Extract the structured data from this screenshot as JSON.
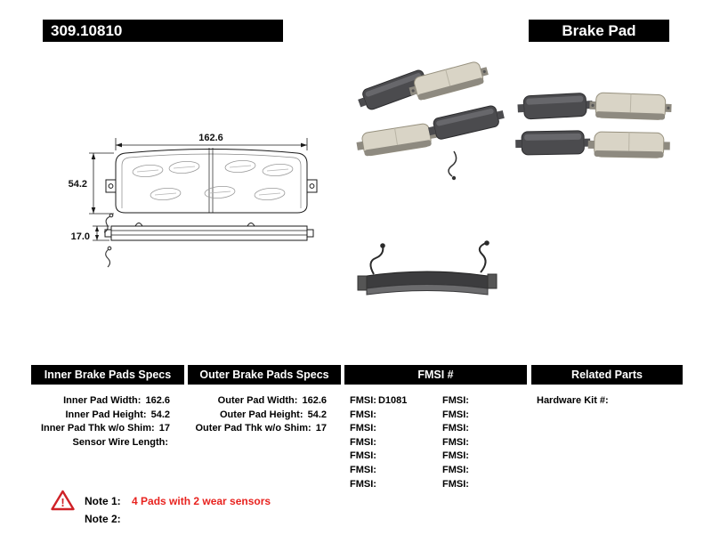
{
  "header": {
    "part_number": "309.10810",
    "title": "Brake Pad"
  },
  "drawing": {
    "width_dim": "162.6",
    "height_dim": "54.2",
    "thickness_dim": "17.0"
  },
  "table": {
    "inner": {
      "header": "Inner Brake Pads Specs",
      "rows": [
        {
          "label": "Inner Pad Width:",
          "value": "162.6"
        },
        {
          "label": "Inner Pad Height:",
          "value": "54.2"
        },
        {
          "label": "Inner Pad Thk w/o Shim:",
          "value": "17"
        },
        {
          "label": "Sensor Wire Length:",
          "value": ""
        }
      ]
    },
    "outer": {
      "header": "Outer Brake Pads Specs",
      "rows": [
        {
          "label": "Outer Pad Width:",
          "value": "162.6"
        },
        {
          "label": "Outer Pad Height:",
          "value": "54.2"
        },
        {
          "label": "Outer Pad Thk w/o Shim:",
          "value": "17"
        }
      ]
    },
    "fmsi": {
      "header": "FMSI #",
      "left": [
        {
          "label": "FMSI:",
          "value": "D1081"
        },
        {
          "label": "FMSI:",
          "value": ""
        },
        {
          "label": "FMSI:",
          "value": ""
        },
        {
          "label": "FMSI:",
          "value": ""
        },
        {
          "label": "FMSI:",
          "value": ""
        },
        {
          "label": "FMSI:",
          "value": ""
        },
        {
          "label": "FMSI:",
          "value": ""
        }
      ],
      "right": [
        {
          "label": "FMSI:",
          "value": ""
        },
        {
          "label": "FMSI:",
          "value": ""
        },
        {
          "label": "FMSI:",
          "value": ""
        },
        {
          "label": "FMSI:",
          "value": ""
        },
        {
          "label": "FMSI:",
          "value": ""
        },
        {
          "label": "FMSI:",
          "value": ""
        },
        {
          "label": "FMSI:",
          "value": ""
        }
      ]
    },
    "related": {
      "header": "Related Parts",
      "rows": [
        {
          "label": "Hardware Kit #:",
          "value": ""
        }
      ]
    }
  },
  "notes": {
    "note1_label": "Note 1:",
    "note1_text": "4 Pads with 2 wear sensors",
    "note2_label": "Note 2:",
    "note2_text": ""
  },
  "icons": {
    "warning": "!"
  },
  "colors": {
    "bar_bg": "#000000",
    "note_red": "#e8231f",
    "warning_red": "#cf2127"
  }
}
